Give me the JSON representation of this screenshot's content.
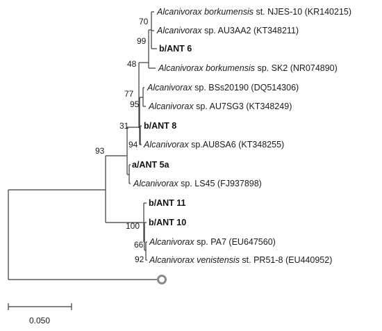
{
  "tree": {
    "leaves": [
      {
        "id": "leaf1",
        "genus": "Alcanivorax",
        "rest": " borkumensis st. NJES-10 (KR140215)",
        "rest_italic_word": "borkumensis",
        "rest_tail": " st. NJES-10 (KR140215)",
        "bold": false
      },
      {
        "id": "leaf2",
        "genus": "Alcanivorax",
        "rest_tail": " sp. AU3AA2 (KT348211)",
        "bold": false
      },
      {
        "id": "leaf3",
        "label": "b/ANT 6",
        "bold": true
      },
      {
        "id": "leaf4",
        "genus": "Alcanivorax",
        "rest_italic_word": "borkumensis",
        "rest_tail": " sp. SK2 (NR074890)",
        "bold": false
      },
      {
        "id": "leaf5",
        "genus": "Alcanivorax",
        "rest_tail": " sp. BSs20190 (DQ514306)",
        "bold": false
      },
      {
        "id": "leaf6",
        "genus": "Alcanivorax",
        "rest_tail": " sp. AU7SG3 (KT348249)",
        "bold": false
      },
      {
        "id": "leaf7",
        "label": "b/ANT 8",
        "bold": true
      },
      {
        "id": "leaf8",
        "genus": "Alcanivorax",
        "rest_tail": " sp.AU8SA6 (KT348255)",
        "bold": false
      },
      {
        "id": "leaf9",
        "label": "a/ANT 5a",
        "bold": true
      },
      {
        "id": "leaf10",
        "genus": "Alcanivorax",
        "rest_tail": " sp. LS45 (FJ937898)",
        "bold": false
      },
      {
        "id": "leaf11",
        "label": "b/ANT 11",
        "bold": true
      },
      {
        "id": "leaf12",
        "label": "b/ANT 10",
        "bold": true
      },
      {
        "id": "leaf13",
        "genus": "Alcanivorax",
        "rest_tail": " sp. PA7 (EU647560)",
        "bold": false
      },
      {
        "id": "leaf14",
        "genus": "Alcanivorax",
        "rest_italic_word": "venistensis",
        "rest_tail": " st. PR51-8 (EU440952)",
        "bold": false
      }
    ],
    "bootstrap": {
      "b70": "70",
      "b99": "99",
      "b48": "48",
      "b77": "77",
      "b95": "95",
      "b31": "31",
      "b94": "94",
      "b93": "93",
      "b100": "100",
      "b66": "66",
      "b92": "92"
    },
    "scale_bar": {
      "label": "0.050"
    },
    "outgroup_marker": "circle"
  }
}
